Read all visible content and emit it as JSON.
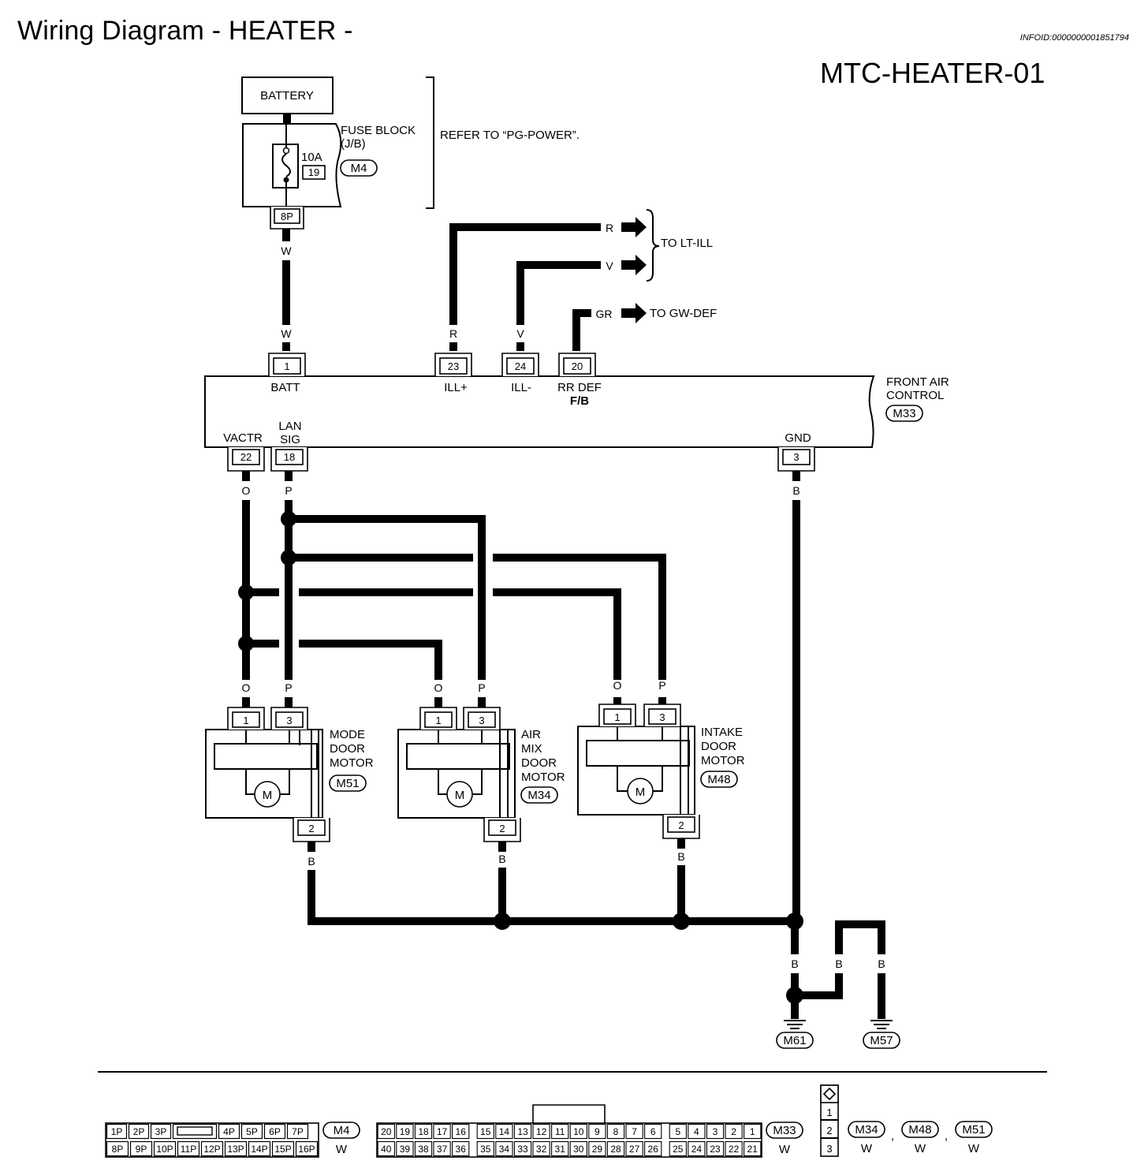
{
  "header": {
    "title": "Wiring Diagram - HEATER -",
    "info_id": "INFOID:0000000001851794",
    "diagram_code": "MTC-HEATER-01"
  },
  "battery": {
    "label": "BATTERY"
  },
  "fuse_block": {
    "label_line1": "FUSE BLOCK",
    "label_line2": "(J/B)",
    "fuse_rating": "10A",
    "fuse_number": "19",
    "connector": "M4",
    "out_terminal": "8P",
    "reference": "REFER TO “PG-POWER”."
  },
  "wires": {
    "batt": "W",
    "ill_plus": "R",
    "ill_minus": "V",
    "rr_def": "GR",
    "vactr": "O",
    "lan_sig": "P",
    "gnd": "B"
  },
  "destinations": {
    "lt_ill": "TO LT-ILL",
    "gw_def": "TO GW-DEF"
  },
  "front_air_control": {
    "label_line1": "FRONT AIR",
    "label_line2": "CONTROL",
    "connector": "M33",
    "terminals": {
      "batt": {
        "no": "1",
        "label": "BATT"
      },
      "ill_plus": {
        "no": "23",
        "label": "ILL+"
      },
      "ill_minus": {
        "no": "24",
        "label": "ILL-"
      },
      "rr_def": {
        "no": "20",
        "label_line1": "RR DEF",
        "label_line2": "F/B"
      },
      "vactr": {
        "no": "22",
        "label": "VACTR"
      },
      "lan_sig": {
        "no": "18",
        "label_line1": "LAN",
        "label_line2": "SIG"
      },
      "gnd": {
        "no": "3",
        "label": "GND"
      }
    }
  },
  "motors": [
    {
      "name_lines": [
        "MODE",
        "DOOR",
        "MOTOR"
      ],
      "connector": "M51",
      "t1": "1",
      "t3": "3",
      "t2": "2",
      "motor_symbol": "M"
    },
    {
      "name_lines": [
        "AIR",
        "MIX",
        "DOOR",
        "MOTOR"
      ],
      "connector": "M34",
      "t1": "1",
      "t3": "3",
      "t2": "2",
      "motor_symbol": "M"
    },
    {
      "name_lines": [
        "INTAKE",
        "DOOR",
        "MOTOR"
      ],
      "connector": "M48",
      "t1": "1",
      "t3": "3",
      "t2": "2",
      "motor_symbol": "M"
    }
  ],
  "grounds": [
    "M61",
    "M57"
  ],
  "connector_views": {
    "m4": {
      "top": [
        "1P",
        "2P",
        "3P",
        "",
        "4P",
        "5P",
        "6P",
        "7P"
      ],
      "bottom": [
        "8P",
        "9P",
        "10P",
        "11P",
        "12P",
        "13P",
        "14P",
        "15P",
        "16P"
      ],
      "id": "M4",
      "color": "W"
    },
    "m33": {
      "top": [
        "20",
        "19",
        "18",
        "17",
        "16",
        "15",
        "14",
        "13",
        "12",
        "11",
        "10",
        "9",
        "8",
        "7",
        "6",
        "5",
        "4",
        "3",
        "2",
        "1"
      ],
      "bottom": [
        "40",
        "39",
        "38",
        "37",
        "36",
        "35",
        "34",
        "33",
        "32",
        "31",
        "30",
        "29",
        "28",
        "27",
        "26",
        "25",
        "24",
        "23",
        "22",
        "21"
      ],
      "id": "M33",
      "color": "W"
    },
    "motor_conn": {
      "pins": [
        "1",
        "2",
        "3"
      ],
      "ids": [
        "M34",
        "M48",
        "M51"
      ],
      "colors": [
        "W",
        "W",
        "W"
      ],
      "separator": ","
    }
  },
  "colors": {
    "wire": "#000000",
    "background": "#ffffff"
  }
}
